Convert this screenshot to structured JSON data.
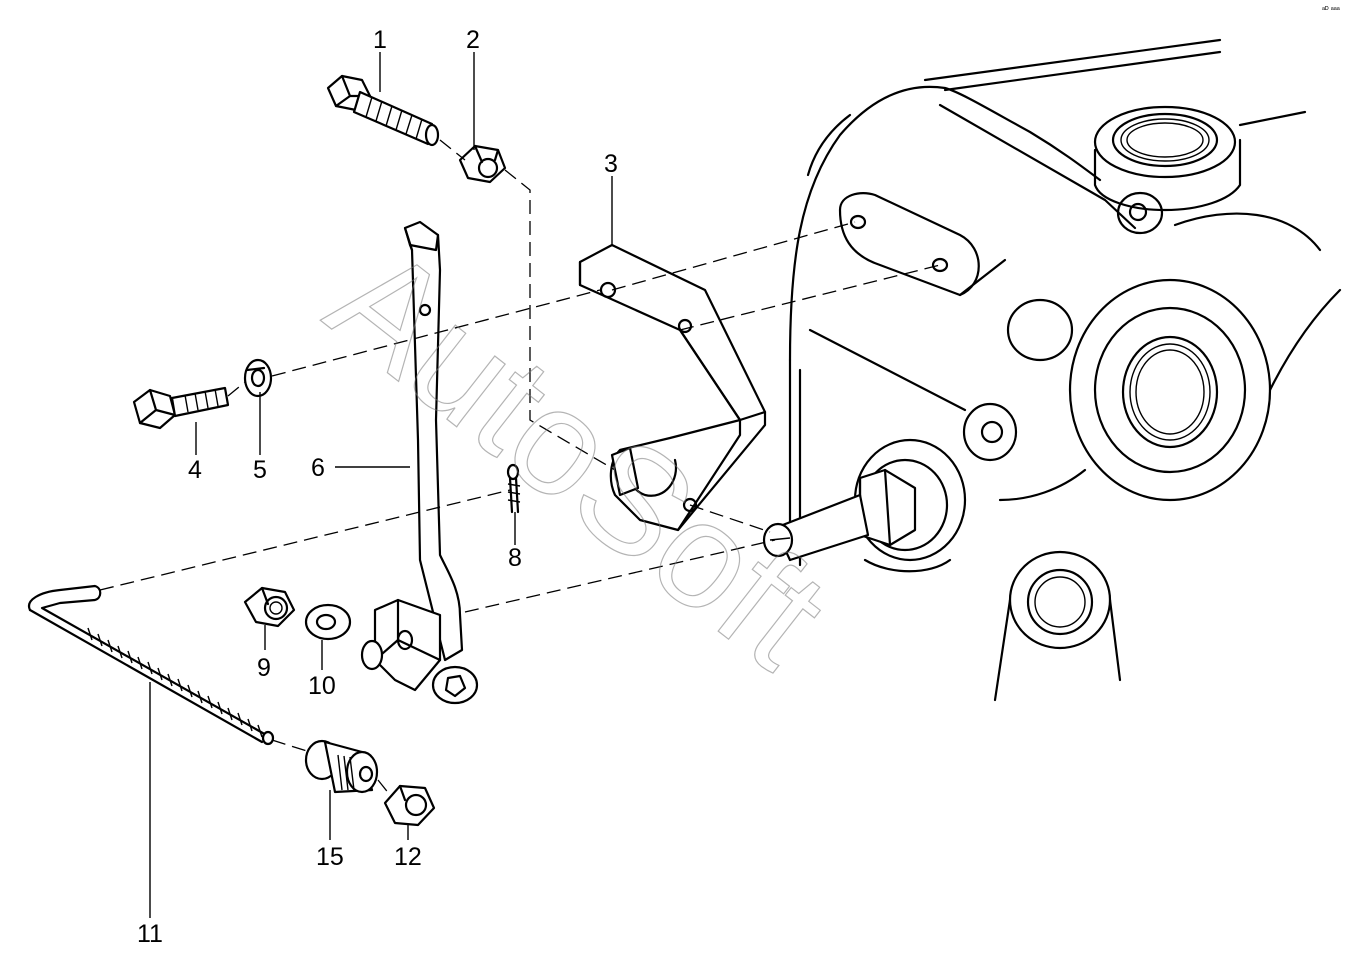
{
  "diagram": {
    "corner_mark": "ᵃᴰ ᵃᵃᵃ",
    "watermark_text": "AutoSoft",
    "labels": [
      {
        "id": "label-1",
        "text": "1"
      },
      {
        "id": "label-2",
        "text": "2"
      },
      {
        "id": "label-3",
        "text": "3"
      },
      {
        "id": "label-4",
        "text": "4"
      },
      {
        "id": "label-5",
        "text": "5"
      },
      {
        "id": "label-6",
        "text": "6"
      },
      {
        "id": "label-8",
        "text": "8"
      },
      {
        "id": "label-9",
        "text": "9"
      },
      {
        "id": "label-10",
        "text": "10"
      },
      {
        "id": "label-11",
        "text": "11"
      },
      {
        "id": "label-12",
        "text": "12"
      },
      {
        "id": "label-15",
        "text": "15"
      }
    ]
  }
}
